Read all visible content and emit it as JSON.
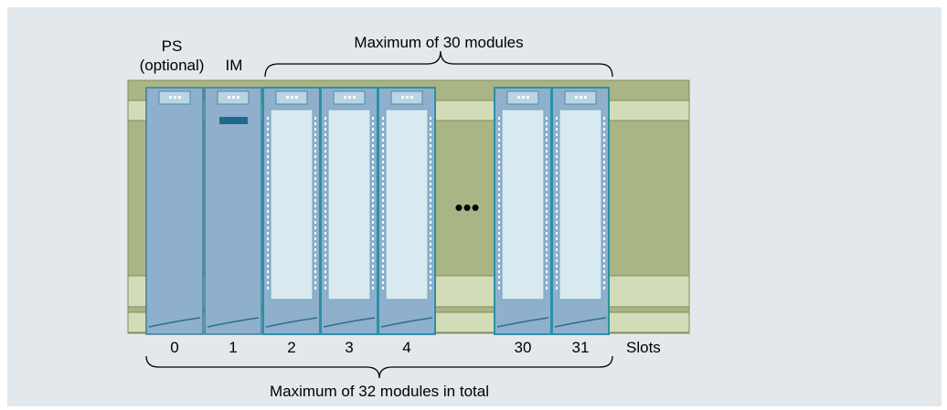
{
  "labels": {
    "ps_line1": "PS",
    "ps_line2": "(optional)",
    "im": "IM",
    "top_brace": "Maximum of 30 modules",
    "bottom_brace": "Maximum of 32 modules in total",
    "slots": "Slots",
    "ellipsis": "•••"
  },
  "slots": [
    "0",
    "1",
    "2",
    "3",
    "4",
    "30",
    "31"
  ],
  "modules": [
    {
      "slot": "0",
      "kind": "power-supply"
    },
    {
      "slot": "1",
      "kind": "interface-module"
    },
    {
      "slot": "2",
      "kind": "io-module"
    },
    {
      "slot": "3",
      "kind": "io-module"
    },
    {
      "slot": "4",
      "kind": "io-module"
    },
    {
      "slot": "30",
      "kind": "io-module"
    },
    {
      "slot": "31",
      "kind": "io-module"
    }
  ],
  "colors": {
    "background": "#e3e8ec",
    "rail": "#a9b585",
    "rail_light": "#d3dcb8",
    "module_dark": "#8fb0cc",
    "module_light": "#d9e9f0",
    "module_border": "#2a90a8",
    "im_indicator": "#1d6a8a"
  }
}
